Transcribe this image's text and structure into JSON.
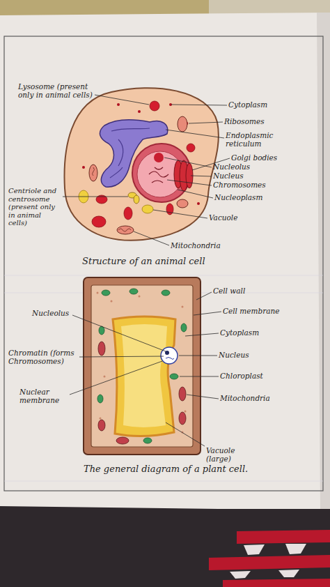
{
  "diagram": {
    "labels": [
      "Lysosome (present only in animal cells)",
      "Cytoplasm",
      "Ribosomes",
      "Endoplasmic reticulum",
      "Golgi bodies",
      "Nucleolus",
      "Nucleus",
      "Chromosomes",
      "Nucleoplasm",
      "Centriole and centrosome (present only in animal cells)",
      "Vacuole",
      "Mitochondria",
      "Structure of an animal cell",
      "Cell wall",
      "Cell membrane",
      "Nucleolus",
      "Cytoplasm",
      "Chromatin (forms Chromosomes)",
      "Nucleus",
      "Chloroplast",
      "Nuclear membrane",
      "Mitochondria",
      "Vacuole (large)",
      "The general diagram of a plant cell."
    ]
  }
}
